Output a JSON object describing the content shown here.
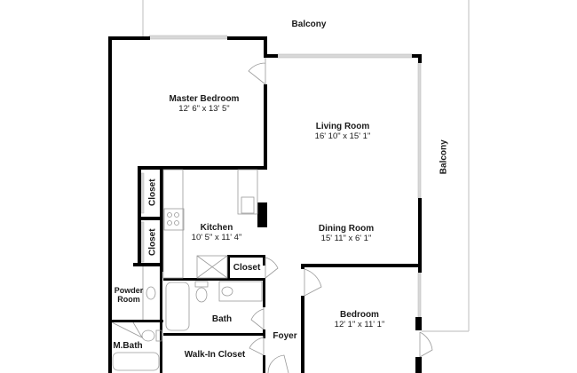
{
  "floorplan": {
    "colors": {
      "wall": "#000000",
      "window": "#d4d4d4",
      "outline": "#c8c8c8",
      "fixture": "#9a9a9a",
      "text": "#1a1a1a"
    },
    "rooms": {
      "master_bedroom": {
        "name": "Master Bedroom",
        "dims": "12' 6\" x 13' 5\""
      },
      "living_room": {
        "name": "Living Room",
        "dims": "16' 10\" x 15' 1\""
      },
      "kitchen": {
        "name": "Kitchen",
        "dims": "10' 5\" x 11' 4\""
      },
      "dining_room": {
        "name": "Dining Room",
        "dims": "15' 11\" x 6' 1\""
      },
      "bedroom": {
        "name": "Bedroom",
        "dims": "12' 1\" x 11' 1\""
      },
      "closet_upper": {
        "name": "Closet"
      },
      "closet_lower": {
        "name": "Closet"
      },
      "closet_kitchen": {
        "name": "Closet"
      },
      "powder_room": {
        "name": "Powder Room",
        "line1": "Powder",
        "line2": "Room"
      },
      "bath": {
        "name": "Bath"
      },
      "master_bath": {
        "name": "M.Bath"
      },
      "walk_in_closet": {
        "name": "Walk-In Closet"
      },
      "foyer": {
        "name": "Foyer"
      },
      "balcony_top": {
        "name": "Balcony"
      },
      "balcony_right": {
        "name": "Balcony"
      }
    }
  }
}
